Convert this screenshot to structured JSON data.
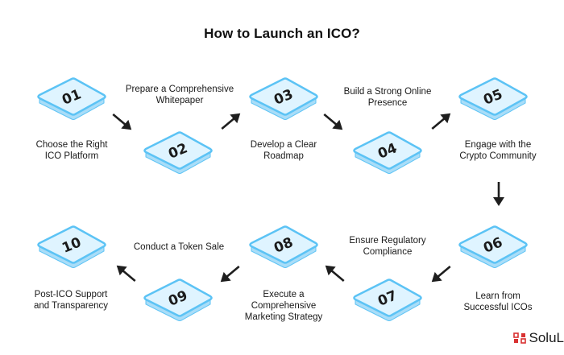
{
  "title": "How to Launch an ICO?",
  "steps": [
    {
      "number": "01",
      "label": "Choose the Right\nICO Platform"
    },
    {
      "number": "02",
      "label": "Prepare a Comprehensive\nWhitepaper"
    },
    {
      "number": "03",
      "label": "Develop a Clear\nRoadmap"
    },
    {
      "number": "04",
      "label": "Build a Strong Online\nPresence"
    },
    {
      "number": "05",
      "label": "Engage with the\nCrypto Community"
    },
    {
      "number": "06",
      "label": "Learn from\nSuccessful ICOs"
    },
    {
      "number": "07",
      "label": "Ensure Regulatory\nCompliance"
    },
    {
      "number": "08",
      "label": "Execute a\nComprehensive\nMarketing Strategy"
    },
    {
      "number": "09",
      "label": "Conduct a Token Sale"
    },
    {
      "number": "10",
      "label": "Post-ICO Support\nand Transparency"
    }
  ],
  "brand": {
    "text": "SoluL",
    "icon": "solulab-logo-icon"
  },
  "colors": {
    "tile_top": "#dff4ff",
    "tile_edge": "#5cc3f5",
    "tile_shadow": "#a9ddf8",
    "arrow": "#1e1e1e",
    "brand": "#d93131"
  }
}
